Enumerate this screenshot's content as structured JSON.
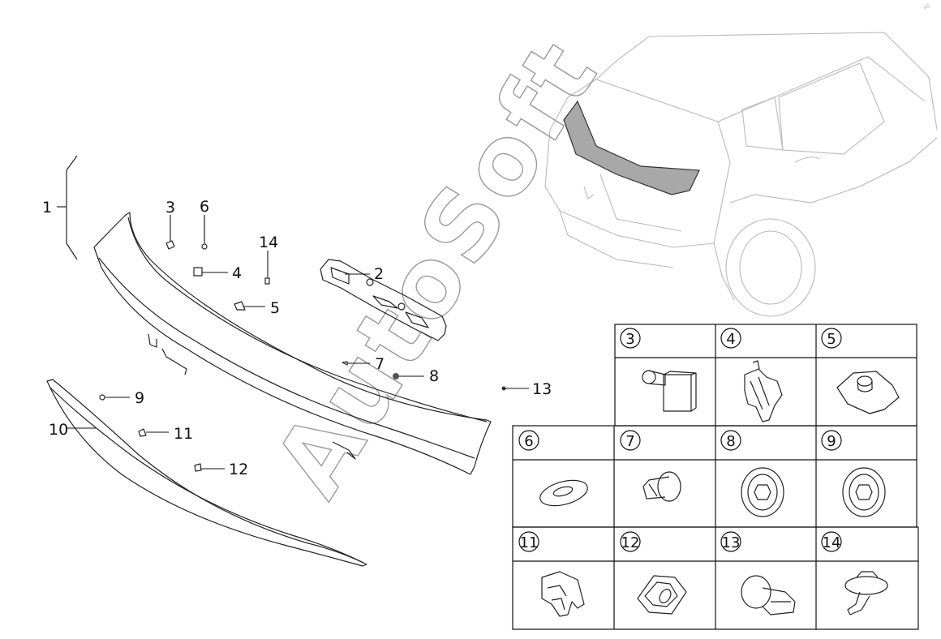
{
  "watermark": "AutoSoft",
  "corner_mark": "AS",
  "callouts": {
    "p1": "1",
    "p2": "2",
    "p3": "3",
    "p4": "4",
    "p5": "5",
    "p6": "6",
    "p7": "7",
    "p8": "8",
    "p9": "9",
    "p10": "10",
    "p11": "11",
    "p12": "12",
    "p13": "13",
    "p14": "14"
  },
  "legend": {
    "c3": "3",
    "c4": "4",
    "c5": "5",
    "c6": "6",
    "c7": "7",
    "c8": "8",
    "c9": "9",
    "c11": "11",
    "c12": "12",
    "c13": "13",
    "c14": "14"
  },
  "colors": {
    "highlight": "#a8a8a8",
    "car_outline": "#b9b9b9",
    "line": "#111111"
  }
}
